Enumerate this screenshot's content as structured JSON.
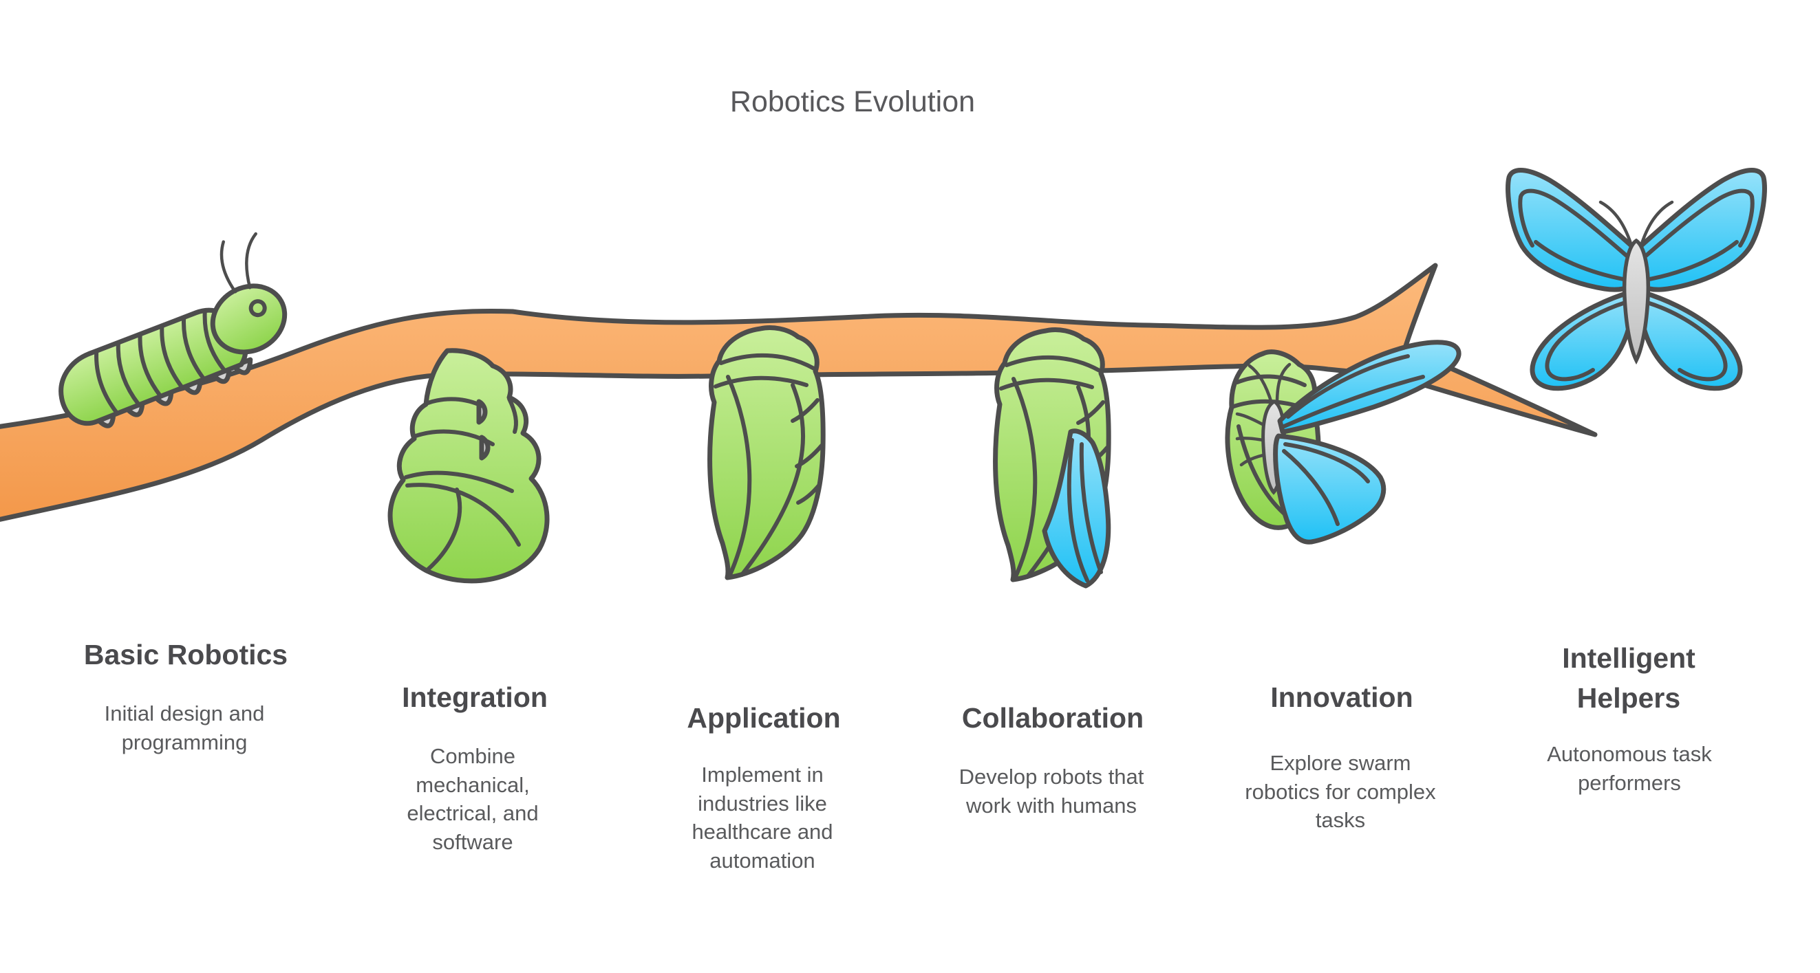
{
  "title": "Robotics Evolution",
  "stages": [
    {
      "id": "basic-robotics",
      "heading": "Basic Robotics",
      "description": "Initial design and\nprogramming",
      "illustration": "caterpillar-on-branch"
    },
    {
      "id": "integration",
      "heading": "Integration",
      "description": "Combine\nmechanical,\nelectrical, and\nsoftware",
      "illustration": "curled-caterpillar-prepupa"
    },
    {
      "id": "application",
      "heading": "Application",
      "description": "Implement in\nindustries like\nhealthcare and\nautomation",
      "illustration": "green-chrysalis"
    },
    {
      "id": "collaboration",
      "heading": "Collaboration",
      "description": "Develop robots that\nwork with humans",
      "illustration": "chrysalis-with-emerging-blue-wing"
    },
    {
      "id": "innovation",
      "heading": "Innovation",
      "description": "Explore swarm\nrobotics for complex\ntasks",
      "illustration": "butterfly-emerging-from-chrysalis"
    },
    {
      "id": "intelligent-helpers",
      "heading": "Intelligent Helpers",
      "description": "Autonomous task\nperformers",
      "illustration": "blue-butterfly"
    }
  ],
  "colors": {
    "outline": "#4d4d4d",
    "green_light": "#c9ef9b",
    "green_dark": "#8ed44c",
    "orange_light": "#fcba7c",
    "orange_dark": "#f3984a",
    "blue_light": "#96e2fa",
    "blue_dark": "#1fc1f5",
    "gray_light": "#e4e4e4",
    "gray_dark": "#bfbfbf",
    "title_text": "#58585b",
    "heading_text": "#4a4a4d",
    "body_text": "#595a5c"
  }
}
